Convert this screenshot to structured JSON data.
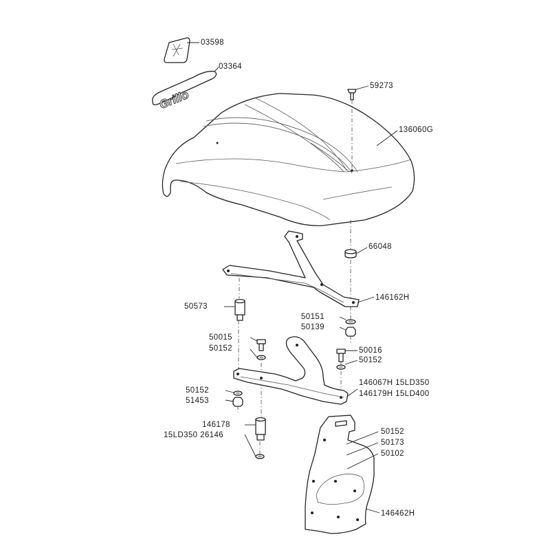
{
  "callouts": [
    {
      "id": "03598",
      "text": "03598"
    },
    {
      "id": "03364",
      "text": "03364"
    },
    {
      "id": "59273",
      "text": "59273"
    },
    {
      "id": "136060G",
      "text": "136060G"
    },
    {
      "id": "66048",
      "text": "66048"
    },
    {
      "id": "146162H",
      "text": "146162H"
    },
    {
      "id": "50573",
      "text": "50573"
    },
    {
      "id": "50151",
      "text": "50151"
    },
    {
      "id": "50139",
      "text": "50139"
    },
    {
      "id": "50015",
      "text": "50015"
    },
    {
      "id": "50152a",
      "text": "50152"
    },
    {
      "id": "50016",
      "text": "50016"
    },
    {
      "id": "50152b",
      "text": "50152"
    },
    {
      "id": "146067H",
      "text": "146067H 15LD350"
    },
    {
      "id": "146179H",
      "text": "146179H 15LD400"
    },
    {
      "id": "50152c",
      "text": "50152"
    },
    {
      "id": "51453",
      "text": "51453"
    },
    {
      "id": "146178",
      "text": "146178"
    },
    {
      "id": "26146",
      "text": "15LD350 26146"
    },
    {
      "id": "50152d",
      "text": "50152"
    },
    {
      "id": "50173",
      "text": "50173"
    },
    {
      "id": "50102",
      "text": "50102"
    },
    {
      "id": "146462H",
      "text": "146462H"
    }
  ],
  "logo_text": "Grillo"
}
